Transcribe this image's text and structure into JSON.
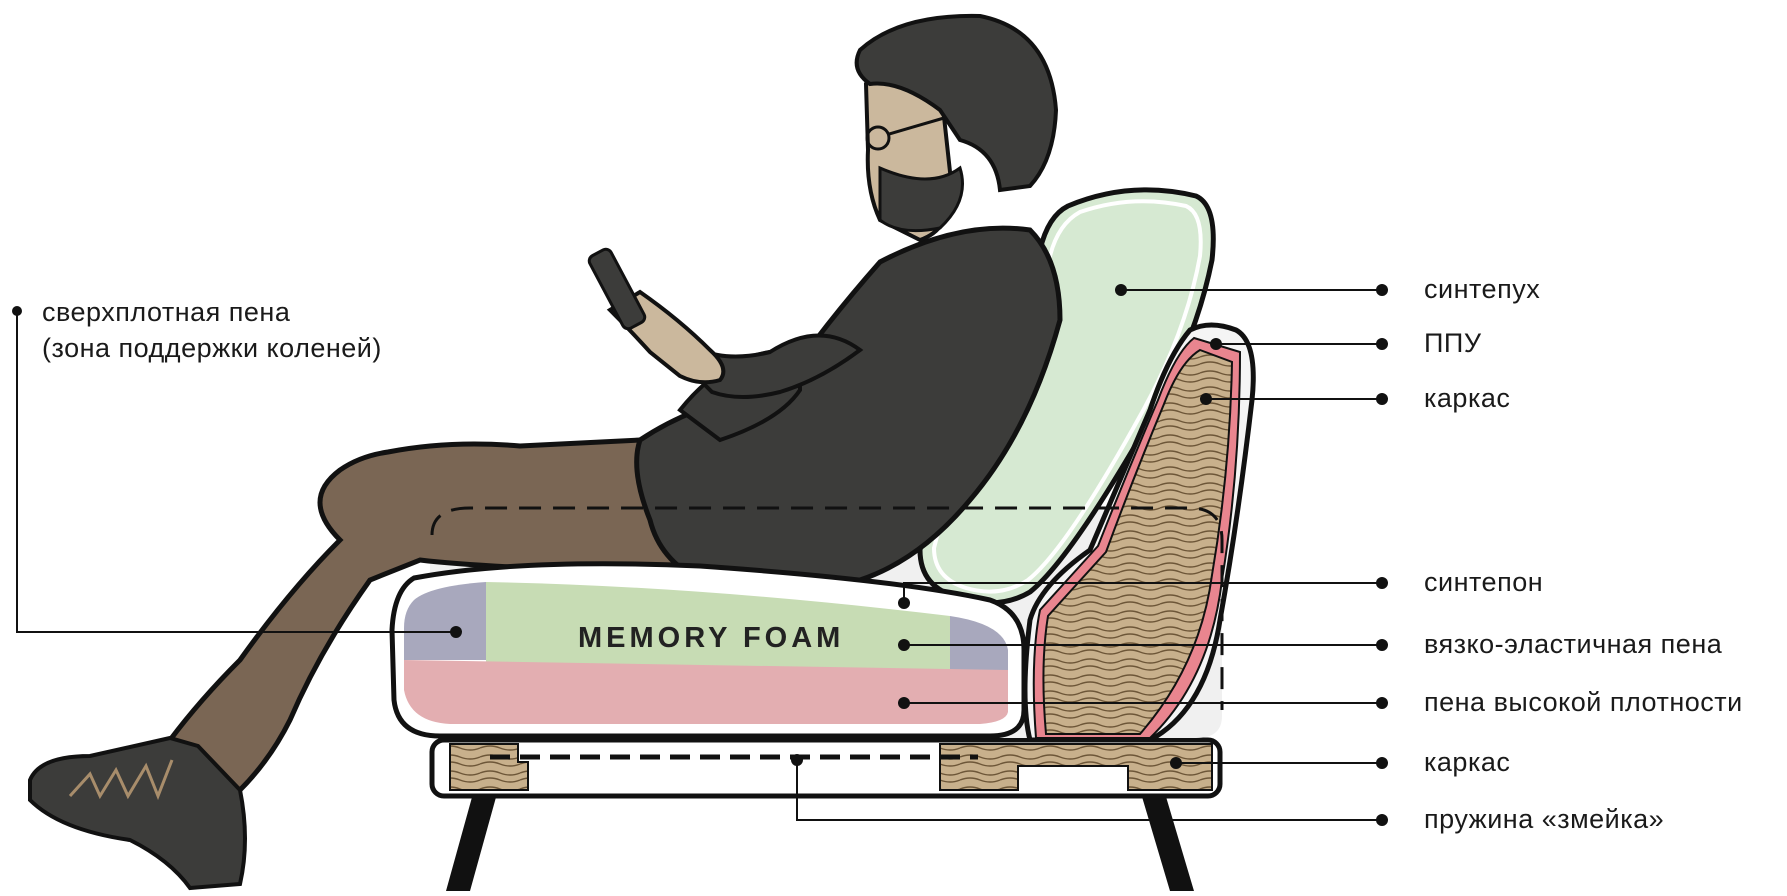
{
  "diagram": {
    "foam_label": "MEMORY FOAM",
    "labels": {
      "knee_support_line1": "сверхплотная пена",
      "knee_support_line2": "(зона поддержки коленей)",
      "sintepuh": "синтепух",
      "ppu": "ППУ",
      "frame_back": "каркас",
      "sintepon": "синтепон",
      "viscoelastic": "вязко-эластичная пена",
      "high_density": "пена высокой плотности",
      "frame_base": "каркас",
      "spring": "пружина «змейка»"
    },
    "colors": {
      "outline": "#111111",
      "person_dark": "#3c3c3a",
      "skin": "#cbb89d",
      "pants": "#7a6654",
      "memory_foam_green": "#c7dcb4",
      "back_green": "#d6e9d2",
      "high_density_pink": "#e3aeb1",
      "knee_foam_purple": "#a8a8bd",
      "wood": "#c8b08c",
      "ppu_pink": "#e9858f",
      "cushion_grey": "#f0f0f0"
    }
  }
}
